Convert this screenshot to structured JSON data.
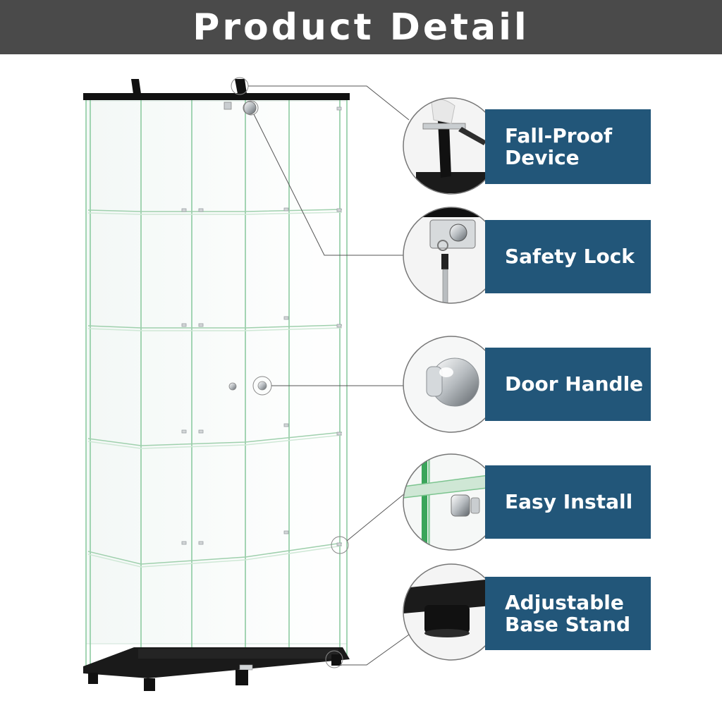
{
  "header": {
    "title": "Product Detail"
  },
  "features": [
    {
      "label": "Fall-Proof\nDevice",
      "icon": "fall-proof-strap-icon"
    },
    {
      "label": "Safety Lock",
      "icon": "lock-key-icon"
    },
    {
      "label": "Door Handle",
      "icon": "knob-icon"
    },
    {
      "label": "Easy Install",
      "icon": "glass-clip-icon"
    },
    {
      "label": "Adjustable\nBase Stand",
      "icon": "foot-pad-icon"
    }
  ],
  "colors": {
    "header_bg": "#4a4a4a",
    "label_bg": "#225679",
    "label_text": "#ffffff",
    "frame": "#111111"
  }
}
